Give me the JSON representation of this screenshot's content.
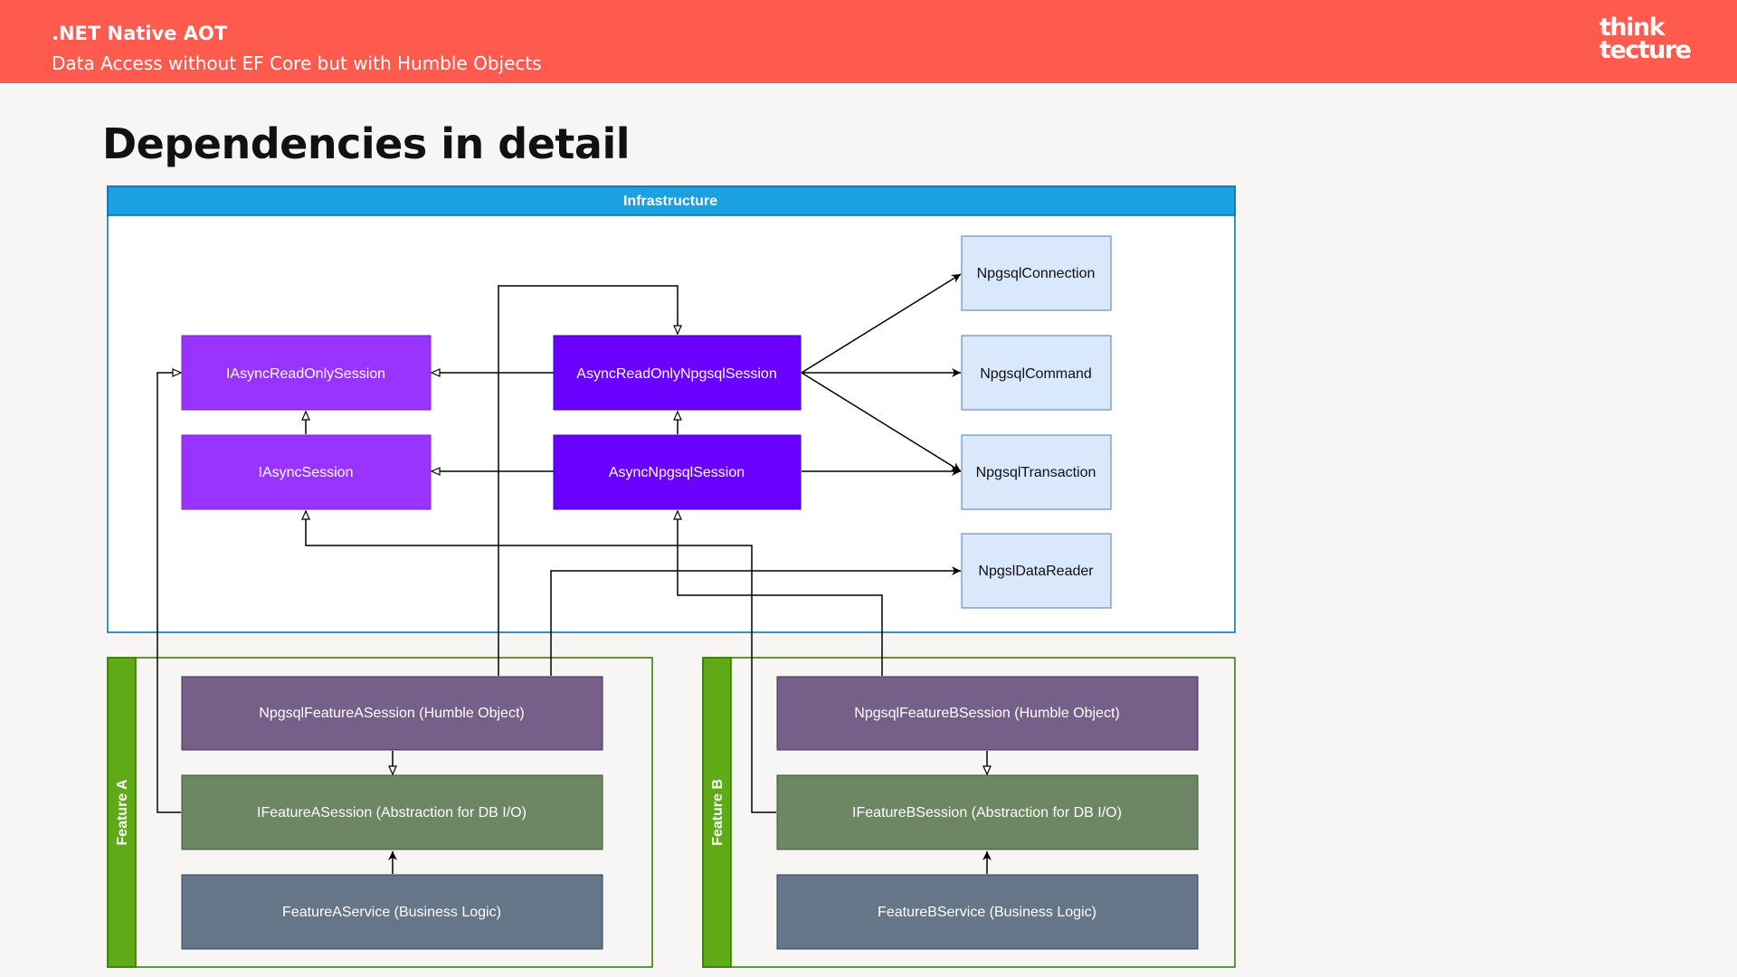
{
  "header": {
    "title": ".NET Native AOT",
    "subtitle": "Data Access without EF Core but with Humble Objects",
    "logo_line1": "think",
    "logo_line2": "tecture"
  },
  "slide": {
    "title": "Dependencies in detail"
  },
  "diagram": {
    "infrastructure": {
      "label": "Infrastructure"
    },
    "feature_a": {
      "label": "Feature A"
    },
    "feature_b": {
      "label": "Feature B"
    },
    "nodes": {
      "iasync_readonly_session": "IAsyncReadOnlySession",
      "iasync_session": "IAsyncSession",
      "async_readonly_npgsql_session": "AsyncReadOnlyNpgsqlSession",
      "async_npgsql_session": "AsyncNpgsqlSession",
      "npgsql_connection": "NpgsqlConnection",
      "npgsql_command": "NpgsqlCommand",
      "npgsql_transaction": "NpgsqlTransaction",
      "npgsl_data_reader": "NpgslDataReader",
      "npgsql_feature_a_session": "NpgsqlFeatureASession (Humble Object)",
      "ifeature_a_session": "IFeatureASession (Abstraction for DB I/O)",
      "feature_a_service": "FeatureAService (Business Logic)",
      "npgsql_feature_b_session": "NpgsqlFeatureBSession (Humble Object)",
      "ifeature_b_session": "IFeatureBSession (Abstraction for DB I/O)",
      "feature_b_service": "FeatureBService (Business Logic)"
    },
    "colors": {
      "infrastructure_header": "#1ba1e2",
      "infrastructure_border": "#006eaf",
      "interface_box": "#9933ff",
      "implementation_box": "#6a00ff",
      "npgsql_box": "#dae8fc",
      "npgsql_border": "#6c8ebf",
      "humble_object_box": "#76608a",
      "abstraction_box": "#6d8764",
      "service_box": "#647687",
      "feature_header": "#60a917",
      "feature_border": "#2d7600"
    }
  }
}
